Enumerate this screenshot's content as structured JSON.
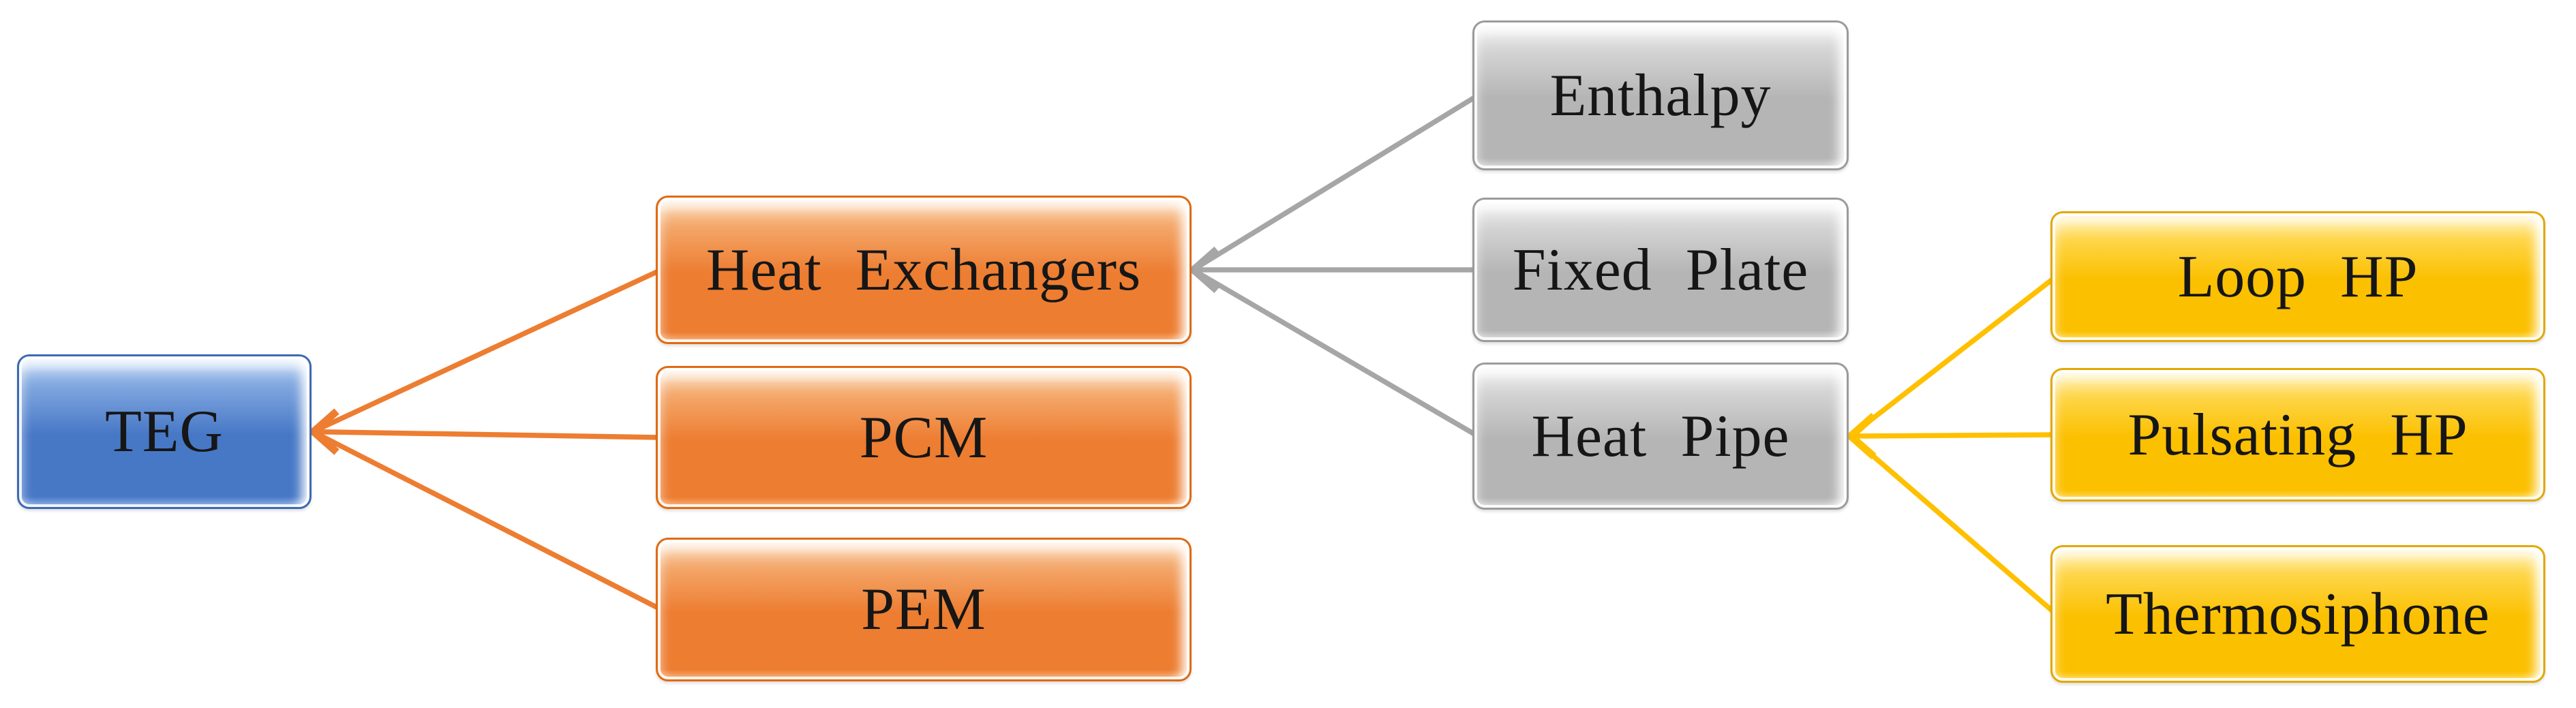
{
  "diagram": {
    "background": "#FFFFFF",
    "nodes": [
      {
        "id": "teg",
        "label": "TEG",
        "scheme": "blue"
      },
      {
        "id": "heat-exchangers",
        "label": "Heat Exchangers",
        "scheme": "orange"
      },
      {
        "id": "pcm",
        "label": "PCM",
        "scheme": "orange"
      },
      {
        "id": "pem",
        "label": "PEM",
        "scheme": "orange"
      },
      {
        "id": "enthalpy",
        "label": "Enthalpy",
        "scheme": "gray"
      },
      {
        "id": "fixed-plate",
        "label": "Fixed Plate",
        "scheme": "gray"
      },
      {
        "id": "heat-pipe",
        "label": "Heat Pipe",
        "scheme": "gray"
      },
      {
        "id": "loop-hp",
        "label": "Loop HP",
        "scheme": "yellow"
      },
      {
        "id": "pulsating-hp",
        "label": "Pulsating HP",
        "scheme": "yellow"
      },
      {
        "id": "thermosiphone",
        "label": "Thermosiphone",
        "scheme": "yellow"
      }
    ],
    "edges": [
      {
        "from": "teg",
        "to": "heat-exchangers",
        "color": "#ED7D31"
      },
      {
        "from": "teg",
        "to": "pcm",
        "color": "#ED7D31"
      },
      {
        "from": "teg",
        "to": "pem",
        "color": "#ED7D31"
      },
      {
        "from": "heat-exchangers",
        "to": "enthalpy",
        "color": "#A6A6A6"
      },
      {
        "from": "heat-exchangers",
        "to": "fixed-plate",
        "color": "#A6A6A6"
      },
      {
        "from": "heat-exchangers",
        "to": "heat-pipe",
        "color": "#A6A6A6"
      },
      {
        "from": "heat-pipe",
        "to": "loop-hp",
        "color": "#FFC000"
      },
      {
        "from": "heat-pipe",
        "to": "pulsating-hp",
        "color": "#FFC000"
      },
      {
        "from": "heat-pipe",
        "to": "thermosiphone",
        "color": "#FFC000"
      }
    ],
    "colors": {
      "blue": "#4472C4",
      "orange": "#ED7D31",
      "gray": "#A6A6A6",
      "yellow": "#FFC000"
    }
  }
}
